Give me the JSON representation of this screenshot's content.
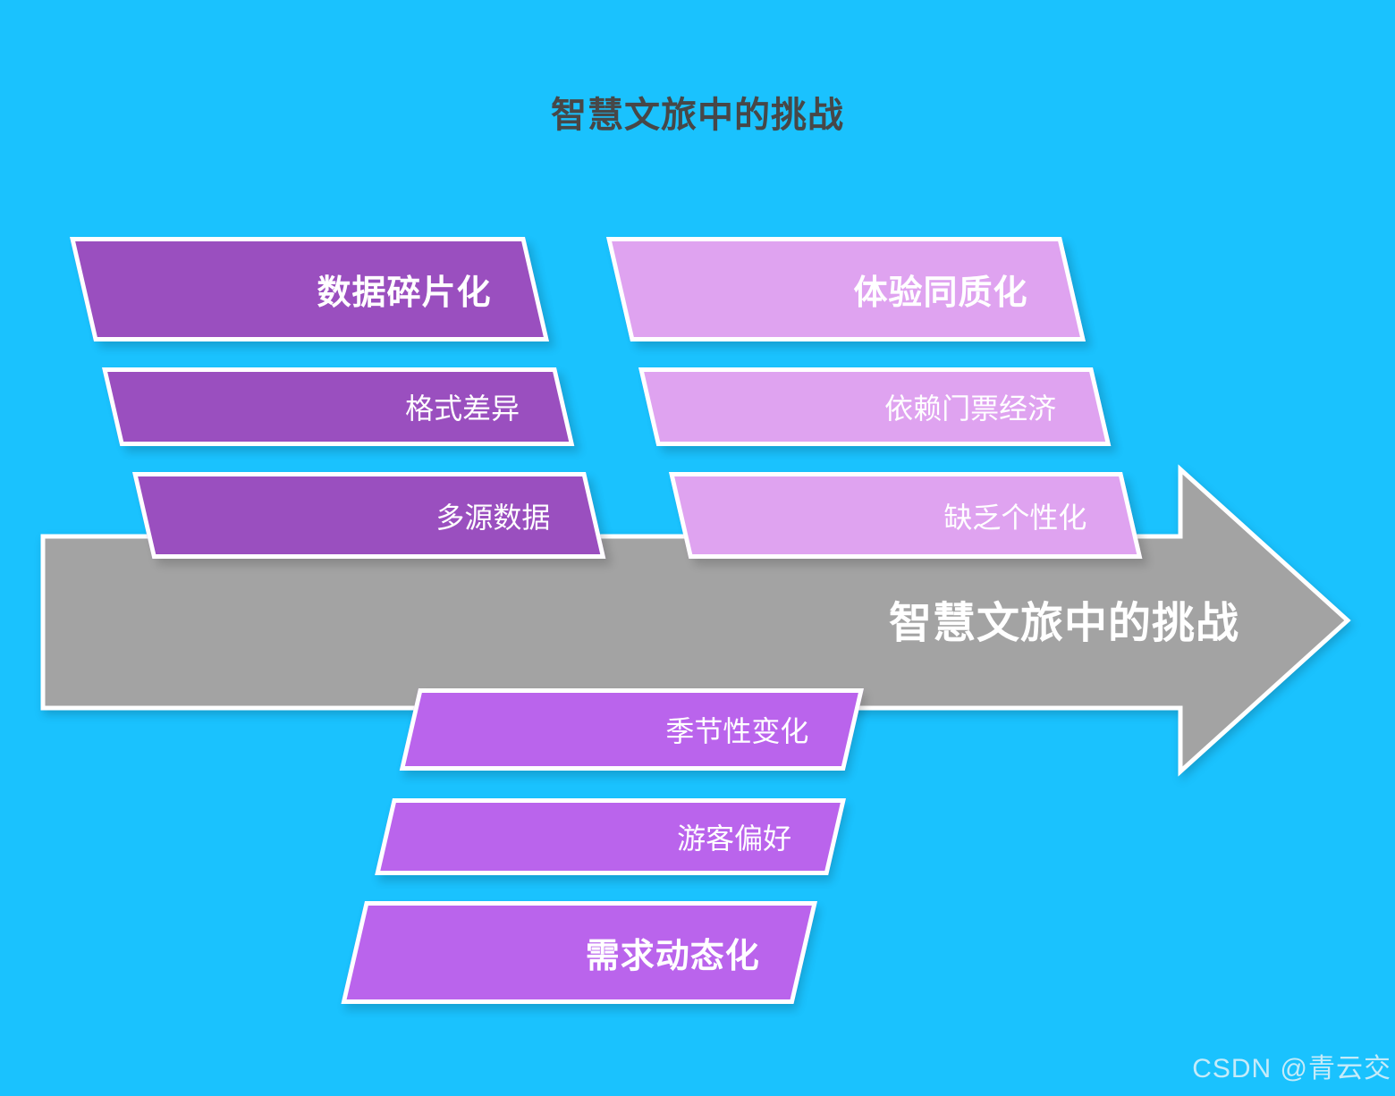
{
  "page": {
    "background_color": "#1AC2FE",
    "title": "智慧文旅中的挑战",
    "watermark": "CSDN @青云交"
  },
  "diagram": {
    "arrow": {
      "label": "智慧文旅中的挑战",
      "color": "#A3A3A3"
    },
    "groups": [
      {
        "position": "top-left",
        "color": "#9A4FBF",
        "header": "数据碎片化",
        "items": [
          "格式差异",
          "多源数据"
        ]
      },
      {
        "position": "top-right",
        "color": "#DFA3F0",
        "header": "体验同质化",
        "items": [
          "依赖门票经济",
          "缺乏个性化"
        ]
      },
      {
        "position": "bottom-center",
        "color": "#BA64EC",
        "header": "需求动态化",
        "items": [
          "季节性变化",
          "游客偏好"
        ]
      }
    ]
  }
}
